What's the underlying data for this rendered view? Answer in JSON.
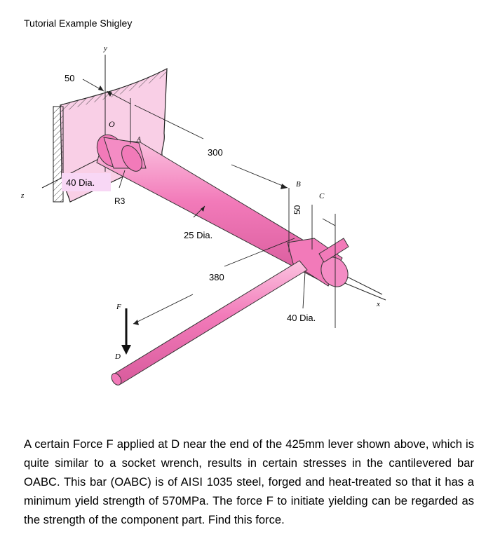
{
  "heading": "Tutorial Example Shigley",
  "figure": {
    "axis_y": "y",
    "axis_z": "z",
    "axis_x": "x",
    "point_o": "O",
    "point_a": "A",
    "point_b": "B",
    "point_c": "C",
    "point_d": "D",
    "force_f": "F",
    "dim_50_top": "50",
    "dim_40_dia_left": "40 Dia.",
    "dim_r3": "R3",
    "dim_300": "300",
    "dim_25_dia": "25 Dia.",
    "dim_50_bc": "50",
    "dim_380": "380",
    "dim_40_dia_right": "40 Dia."
  },
  "problem_text": "A certain Force F applied at D near the end of the 425mm lever shown above, which is quite similar to a socket wrench, results in certain stresses in the cantilevered bar OABC. This bar (OABC) is of AISI 1035 steel, forged and heat-treated so that it has a minimum yield strength of 570MPa. The force F to initiate yielding can be regarded as the strength of the component part. Find this force.",
  "colors": {
    "part_pink": "#f27ab9",
    "part_highlight": "#fbc3e0",
    "wall_pink": "#f9cfe6",
    "label_box": "#f8d7f5"
  }
}
